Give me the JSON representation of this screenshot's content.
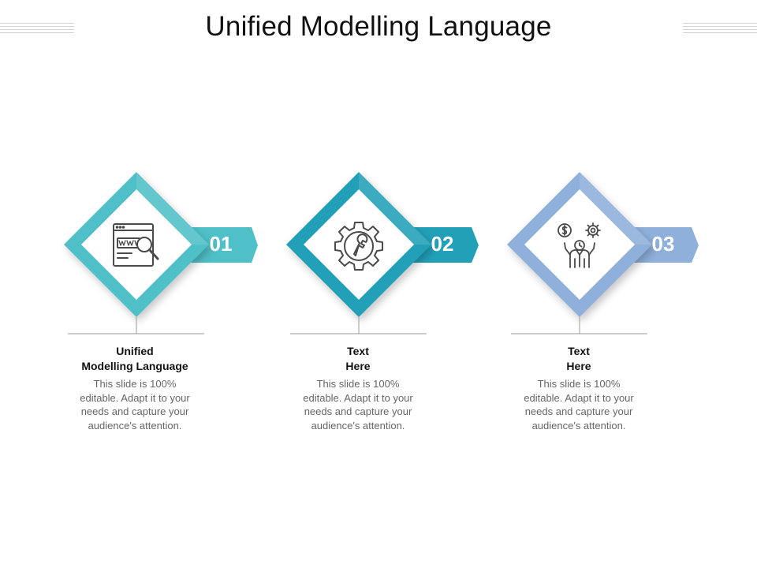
{
  "title": "Unified Modelling Language",
  "accent_colors": [
    "#4fc0c8",
    "#21a0b8",
    "#8eb0db"
  ],
  "steps": [
    {
      "number": "01",
      "icon": "web-search-icon",
      "heading_line1": "Unified",
      "heading_line2": "Modelling Language",
      "body": "This slide is 100% editable. Adapt it to your needs and capture your audience's attention."
    },
    {
      "number": "02",
      "icon": "gear-wrench-icon",
      "heading_line1": "Text",
      "heading_line2": "Here",
      "body": "This slide is 100% editable. Adapt it to your needs and capture your audience's attention."
    },
    {
      "number": "03",
      "icon": "time-money-person-icon",
      "heading_line1": "Text",
      "heading_line2": "Here",
      "body": "This slide is 100% editable. Adapt it to your needs and capture your audience's attention."
    }
  ]
}
